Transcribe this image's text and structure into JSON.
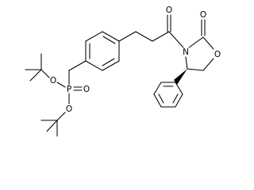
{
  "molecule": {
    "atoms": {
      "o_ketone": "O",
      "o_ring_carbonyl": "O",
      "n_ring": "N",
      "o_ring": "O",
      "p": "P",
      "o_phosphoryl": "O",
      "o_ester_upper": "O",
      "o_ester_lower": "O"
    },
    "stereo_wedge_color": "#000000"
  }
}
